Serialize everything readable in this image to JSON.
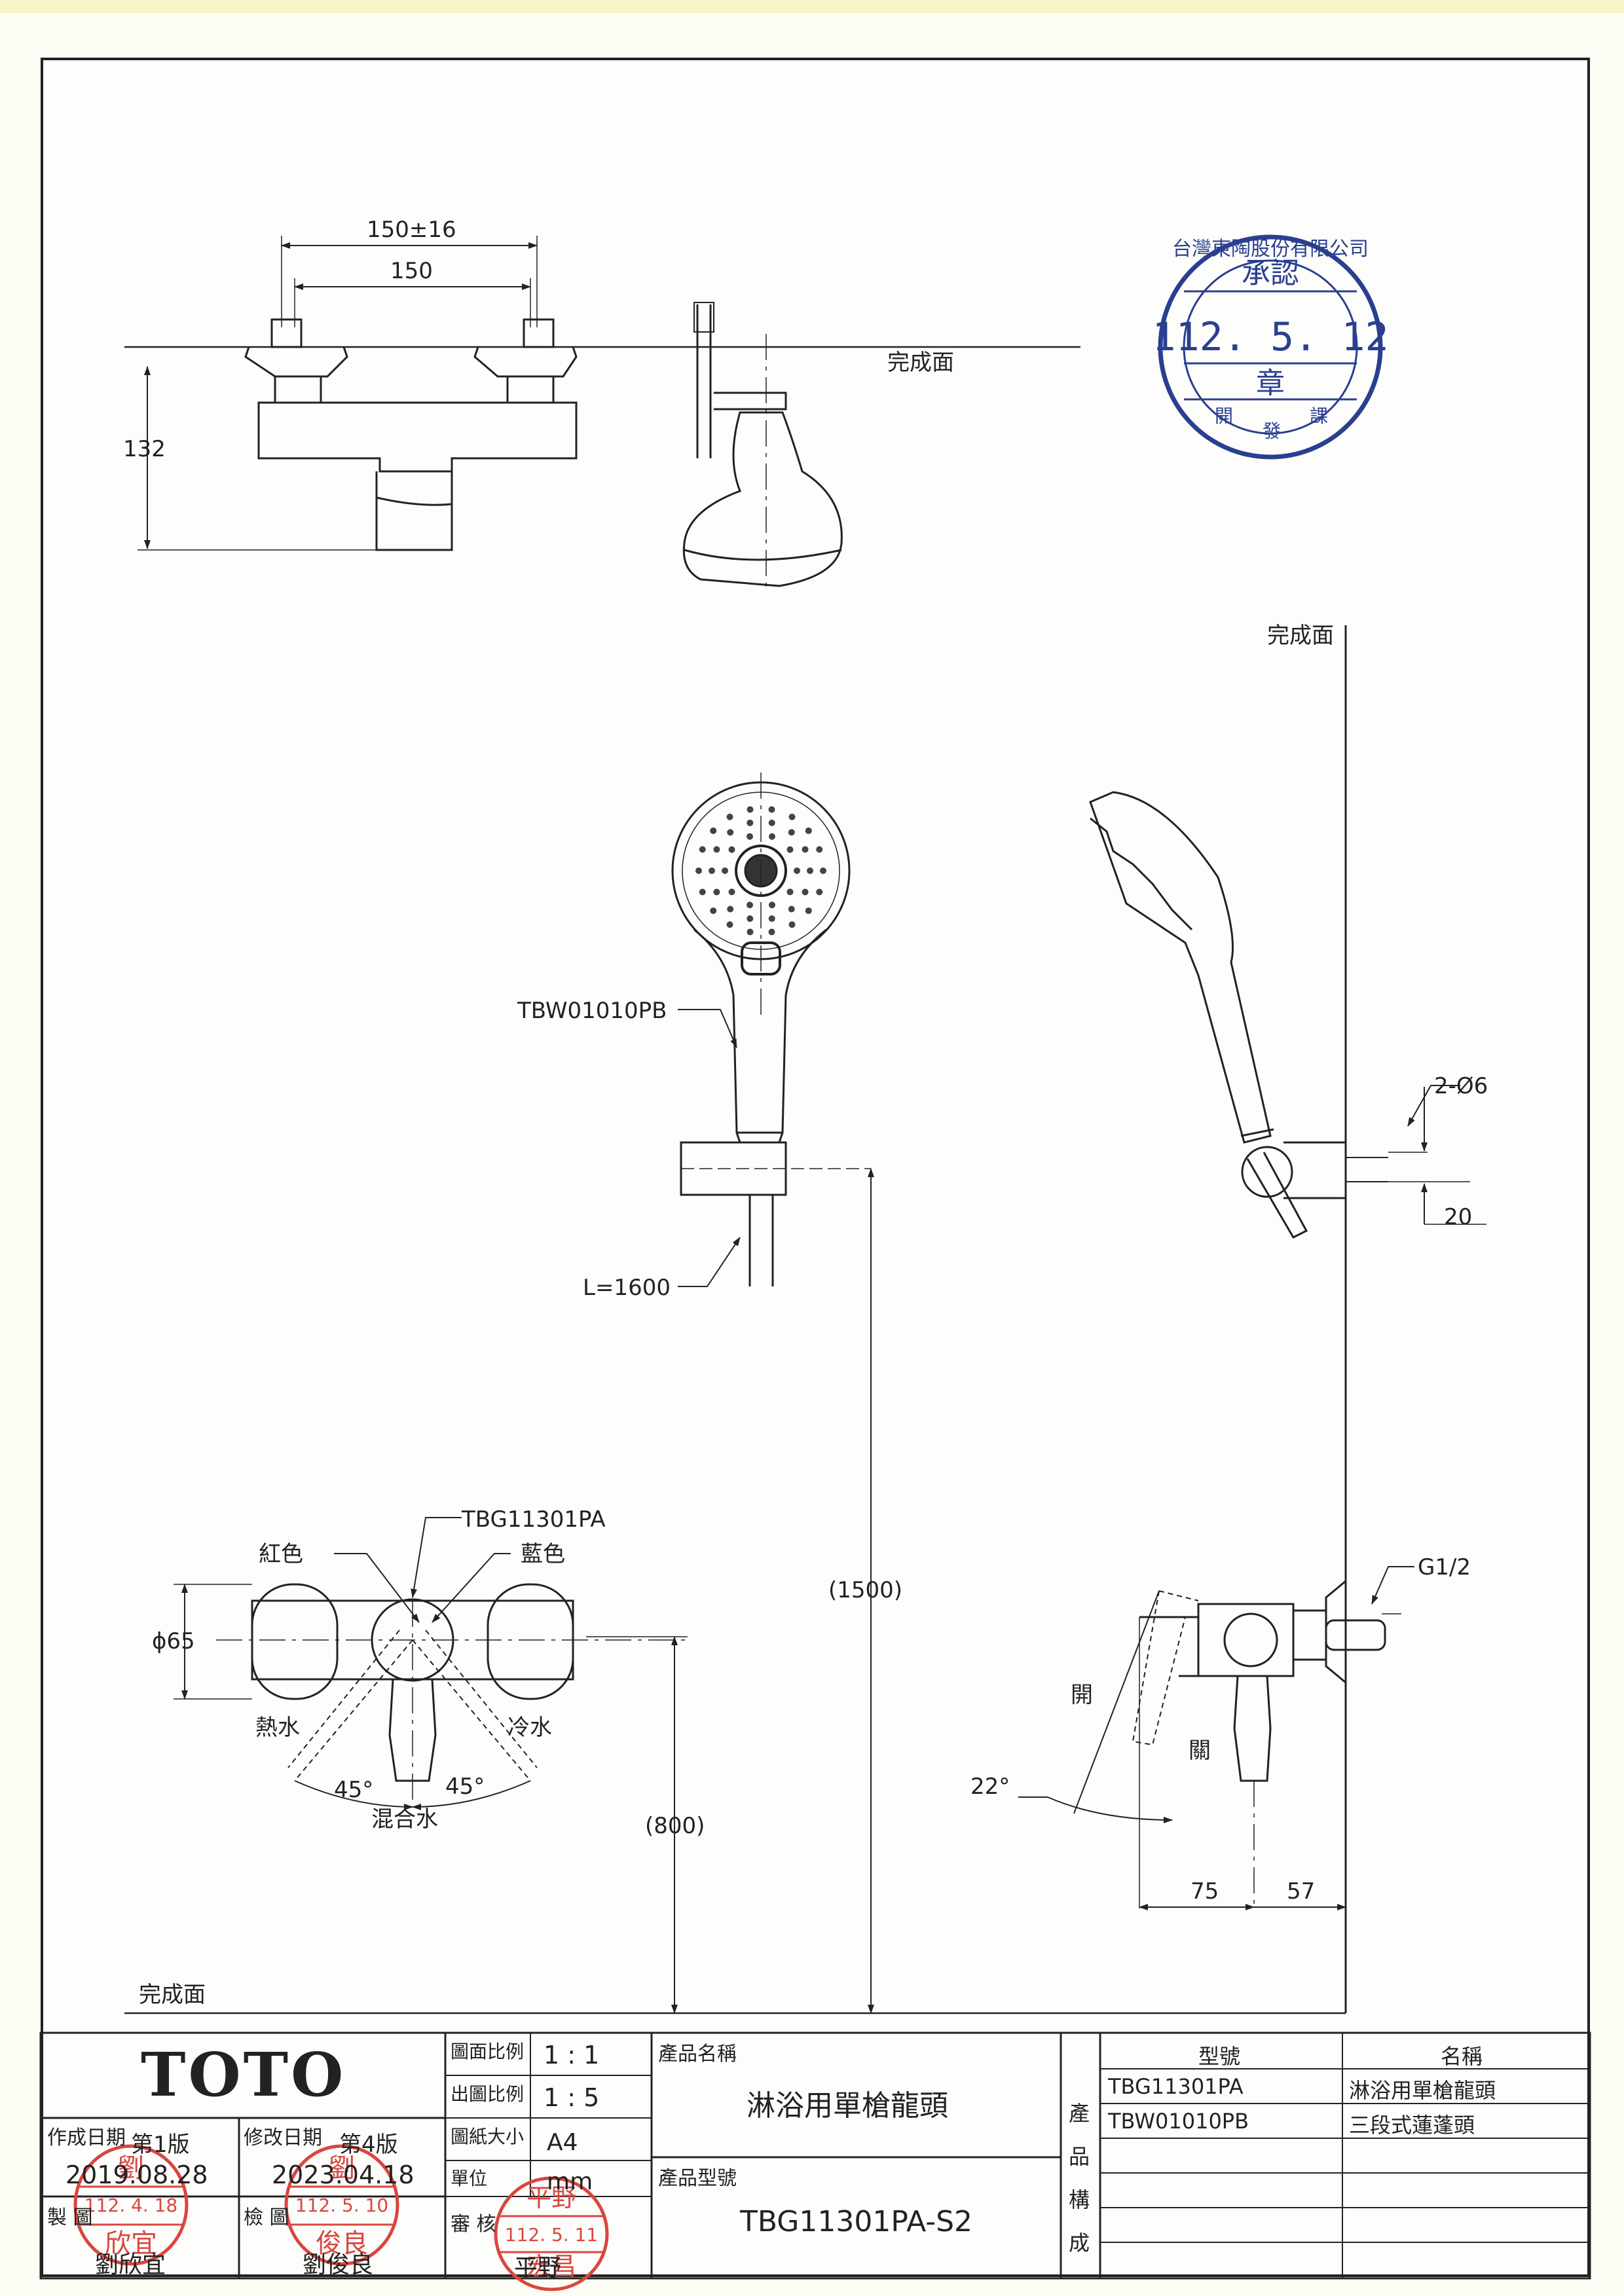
{
  "drawing": {
    "finish_surface": "完成面",
    "dims": {
      "w150_tol": "150±16",
      "w150": "150",
      "h132": "132",
      "phi65": "ϕ65",
      "d1500": "(1500)",
      "d800": "(800)",
      "d75": "75",
      "d57": "57",
      "d20": "20",
      "holes": "2-Ø6",
      "thread": "G1/2",
      "angle22": "22°",
      "angle45_left": "45°",
      "angle45_right": "45°"
    },
    "labels": {
      "shower_model": "TBW01010PB",
      "hose_length": "L=1600",
      "faucet_model": "TBG11301PA",
      "red": "紅色",
      "blue": "藍色",
      "hot": "熱水",
      "cold": "冷水",
      "mixed": "混合水",
      "open": "開",
      "close": "關"
    }
  },
  "stamp": {
    "company": "台灣東陶股份有限公司",
    "approve": "承認",
    "date": "112. 5. 12",
    "seal": "章",
    "dept_left": "開",
    "dept_mid": "發",
    "dept_right": "課"
  },
  "title_block": {
    "brand": "TOTO",
    "created_label": "作成日期",
    "edition1": "第1版",
    "created_date": "2019.08.28",
    "revised_label": "修改日期",
    "edition4": "第4版",
    "revised_date": "2023.04.18",
    "drawn_label": "製 圖",
    "drawn_name": "劉欣宜",
    "drawn_stamp_top": "劉",
    "drawn_stamp_date": "112. 4. 18",
    "drawn_stamp_name": "欣宜",
    "checked_label": "檢 圖",
    "checked_name": "劉俊良",
    "checked_stamp_top": "劉",
    "checked_stamp_date": "112. 5. 10",
    "checked_stamp_name": "俊良",
    "scale_label": "圖面比例",
    "scale_value": "1 : 1",
    "print_scale_label": "出圖比例",
    "print_scale_value": "1 : 5",
    "paper_label": "圖紙大小",
    "paper_value": "A4",
    "unit_label": "單位",
    "unit_value": "mm",
    "review_label": "審 核",
    "review_name": "平野",
    "review_stamp_top": "平野",
    "review_stamp_date": "112. 5. 11",
    "review_stamp_name": "宏昌",
    "product_name_label": "產品名稱",
    "product_name": "淋浴用單槍龍頭",
    "product_model_label": "產品型號",
    "product_model": "TBG11301PA-S2",
    "composition_label": "產品構成",
    "col_model": "型號",
    "col_name": "名稱",
    "rows": [
      {
        "model": "TBG11301PA",
        "name": "淋浴用單槍龍頭"
      },
      {
        "model": "TBW01010PB",
        "name": "三段式蓮蓬頭"
      }
    ]
  }
}
